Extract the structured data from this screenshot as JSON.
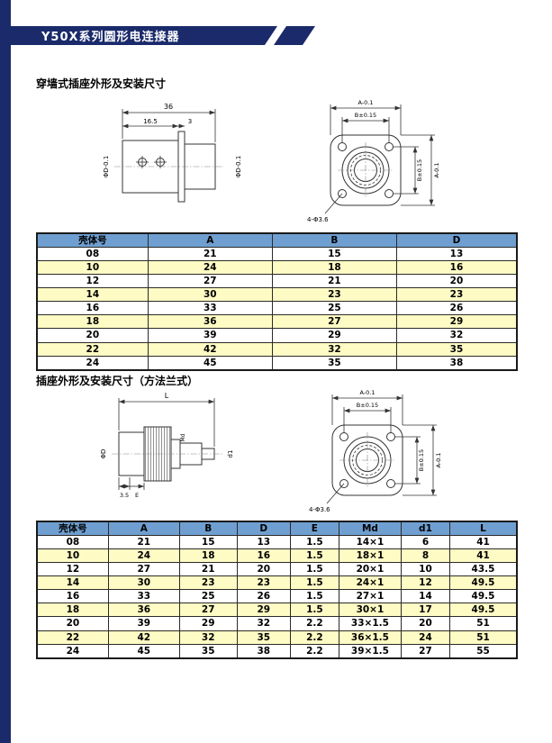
{
  "colors": {
    "navy": "#1b2a6b",
    "th_blue": "#6f9fd0",
    "row_yellow": "#fffbc4"
  },
  "header": {
    "title": "Y50X系列圆形电连接器"
  },
  "section1": {
    "title": "穿墙式插座外形及安装尺寸",
    "side_view": {
      "dim_total": "36",
      "dim_front": "16.5",
      "dim_plate": "3",
      "left_dia": "ΦD-0.1",
      "right_dia": "ΦD-0.1"
    },
    "front_view": {
      "dim_a_top": "A-0.1",
      "dim_b_top": "B±0.15",
      "dim_b_right": "B±0.15",
      "dim_a_right": "A-0.1",
      "holes": "4-Φ3.6"
    },
    "table": {
      "headers": [
        "壳体号",
        "A",
        "B",
        "D"
      ],
      "rows": [
        [
          "08",
          "21",
          "15",
          "13"
        ],
        [
          "10",
          "24",
          "18",
          "16"
        ],
        [
          "12",
          "27",
          "21",
          "20"
        ],
        [
          "14",
          "30",
          "23",
          "23"
        ],
        [
          "16",
          "33",
          "25",
          "26"
        ],
        [
          "18",
          "36",
          "27",
          "29"
        ],
        [
          "20",
          "39",
          "29",
          "32"
        ],
        [
          "22",
          "42",
          "32",
          "35"
        ],
        [
          "24",
          "45",
          "35",
          "38"
        ]
      ]
    }
  },
  "section2": {
    "title": "插座外形及安装尺寸（方法兰式）",
    "side_view": {
      "dim_length": "L",
      "left_dia": "ΦD",
      "thread": "Md",
      "right_dia": "d1",
      "dim_35": "3.5",
      "dim_e": "E"
    },
    "front_view": {
      "dim_a_top": "A-0.1",
      "dim_b_top": "B±0.15",
      "dim_b_right": "B±0.15",
      "dim_a_right": "A-0.1",
      "holes": "4-Φ3.6"
    },
    "table": {
      "headers": [
        "壳体号",
        "A",
        "B",
        "D",
        "E",
        "Md",
        "d1",
        "L"
      ],
      "rows": [
        [
          "08",
          "21",
          "15",
          "13",
          "1.5",
          "14×1",
          "6",
          "41"
        ],
        [
          "10",
          "24",
          "18",
          "16",
          "1.5",
          "18×1",
          "8",
          "41"
        ],
        [
          "12",
          "27",
          "21",
          "20",
          "1.5",
          "20×1",
          "10",
          "43.5"
        ],
        [
          "14",
          "30",
          "23",
          "23",
          "1.5",
          "24×1",
          "12",
          "49.5"
        ],
        [
          "16",
          "33",
          "25",
          "26",
          "1.5",
          "27×1",
          "14",
          "49.5"
        ],
        [
          "18",
          "36",
          "27",
          "29",
          "1.5",
          "30×1",
          "17",
          "49.5"
        ],
        [
          "20",
          "39",
          "29",
          "32",
          "2.2",
          "33×1.5",
          "20",
          "51"
        ],
        [
          "22",
          "42",
          "32",
          "35",
          "2.2",
          "36×1.5",
          "24",
          "51"
        ],
        [
          "24",
          "45",
          "35",
          "38",
          "2.2",
          "39×1.5",
          "27",
          "55"
        ]
      ]
    }
  }
}
